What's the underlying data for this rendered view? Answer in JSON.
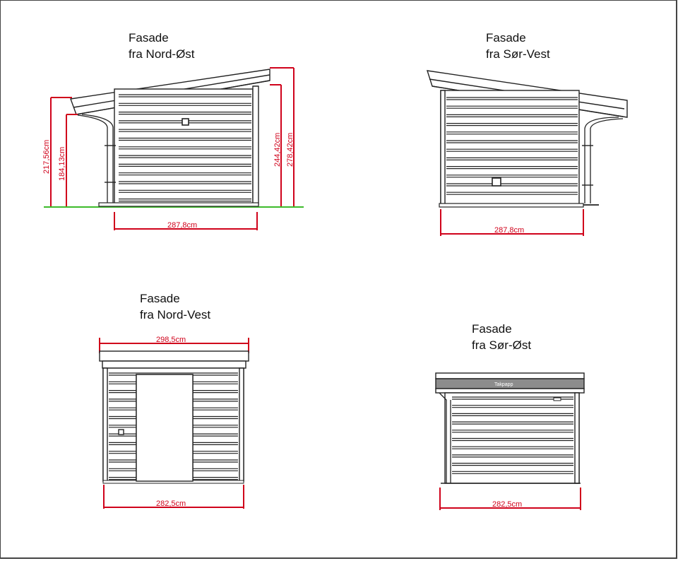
{
  "views": [
    {
      "title_line1": "Fasade",
      "title_line2": "fra Nord-Øst",
      "width_dim": "287,8cm",
      "h1": "217,56cm",
      "h2": "184,13cm",
      "h3": "244,42cm",
      "h4": "278,42cm"
    },
    {
      "title_line1": "Fasade",
      "title_line2": "fra Sør-Vest",
      "width_dim": "287,8cm"
    },
    {
      "title_line1": "Fasade",
      "title_line2": "fra Nord-Vest",
      "top_dim": "298,5cm",
      "width_dim": "282,5cm"
    },
    {
      "title_line1": "Fasade",
      "title_line2": "fra Sør-Øst",
      "roof_label": "Takpapp",
      "width_dim": "282,5cm"
    }
  ],
  "colors": {
    "dimension": "#d0021b",
    "ground": "#3dbb2a",
    "line": "#222222"
  }
}
